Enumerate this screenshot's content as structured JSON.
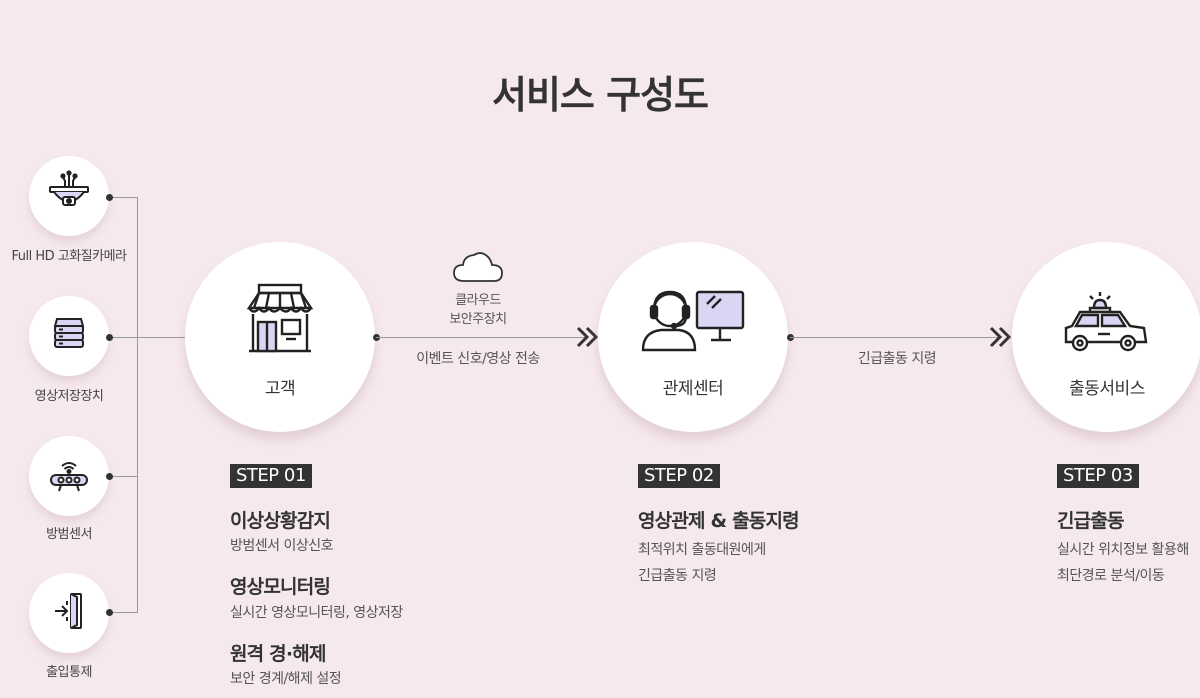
{
  "title": "서비스 구성도",
  "devices": [
    {
      "label": "Full HD 고화질카메라",
      "icon": "cctv-camera-icon"
    },
    {
      "label": "영상저장장치",
      "icon": "storage-server-icon"
    },
    {
      "label": "방범센서",
      "icon": "motion-sensor-icon"
    },
    {
      "label": "출입통제",
      "icon": "access-door-icon"
    }
  ],
  "nodes": [
    {
      "label": "고객",
      "icon": "store-icon"
    },
    {
      "label": "관제센터",
      "icon": "operator-headset-icon"
    },
    {
      "label": "출동서비스",
      "icon": "police-car-icon"
    }
  ],
  "links": [
    {
      "cloud_label_1": "클라우드",
      "cloud_label_2": "보안주장치",
      "label": "이벤트 신호/영상 전송",
      "icon": "cloud-icon"
    },
    {
      "label": "긴급출동 지령"
    }
  ],
  "steps": [
    {
      "badge": "STEP 01",
      "items": [
        {
          "heading": "이상상황감지",
          "desc": "방범센서 이상신호"
        },
        {
          "heading": "영상모니터링",
          "desc": "실시간 영상모니터링, 영상저장"
        },
        {
          "heading": "원격 경·해제",
          "desc": "보안 경계/해제 설정"
        }
      ]
    },
    {
      "badge": "STEP 02",
      "heading": "영상관제 & 출동지령",
      "desc_1": "최적위치 출동대원에게",
      "desc_2": "긴급출동 지령"
    },
    {
      "badge": "STEP 03",
      "heading": "긴급출동",
      "desc_1": "실시간 위치정보 활용해",
      "desc_2": "최단경로 분석/이동"
    }
  ],
  "colors": {
    "background": "#f6e9ed",
    "accent": "#d8d6f2",
    "dark": "#333333"
  }
}
